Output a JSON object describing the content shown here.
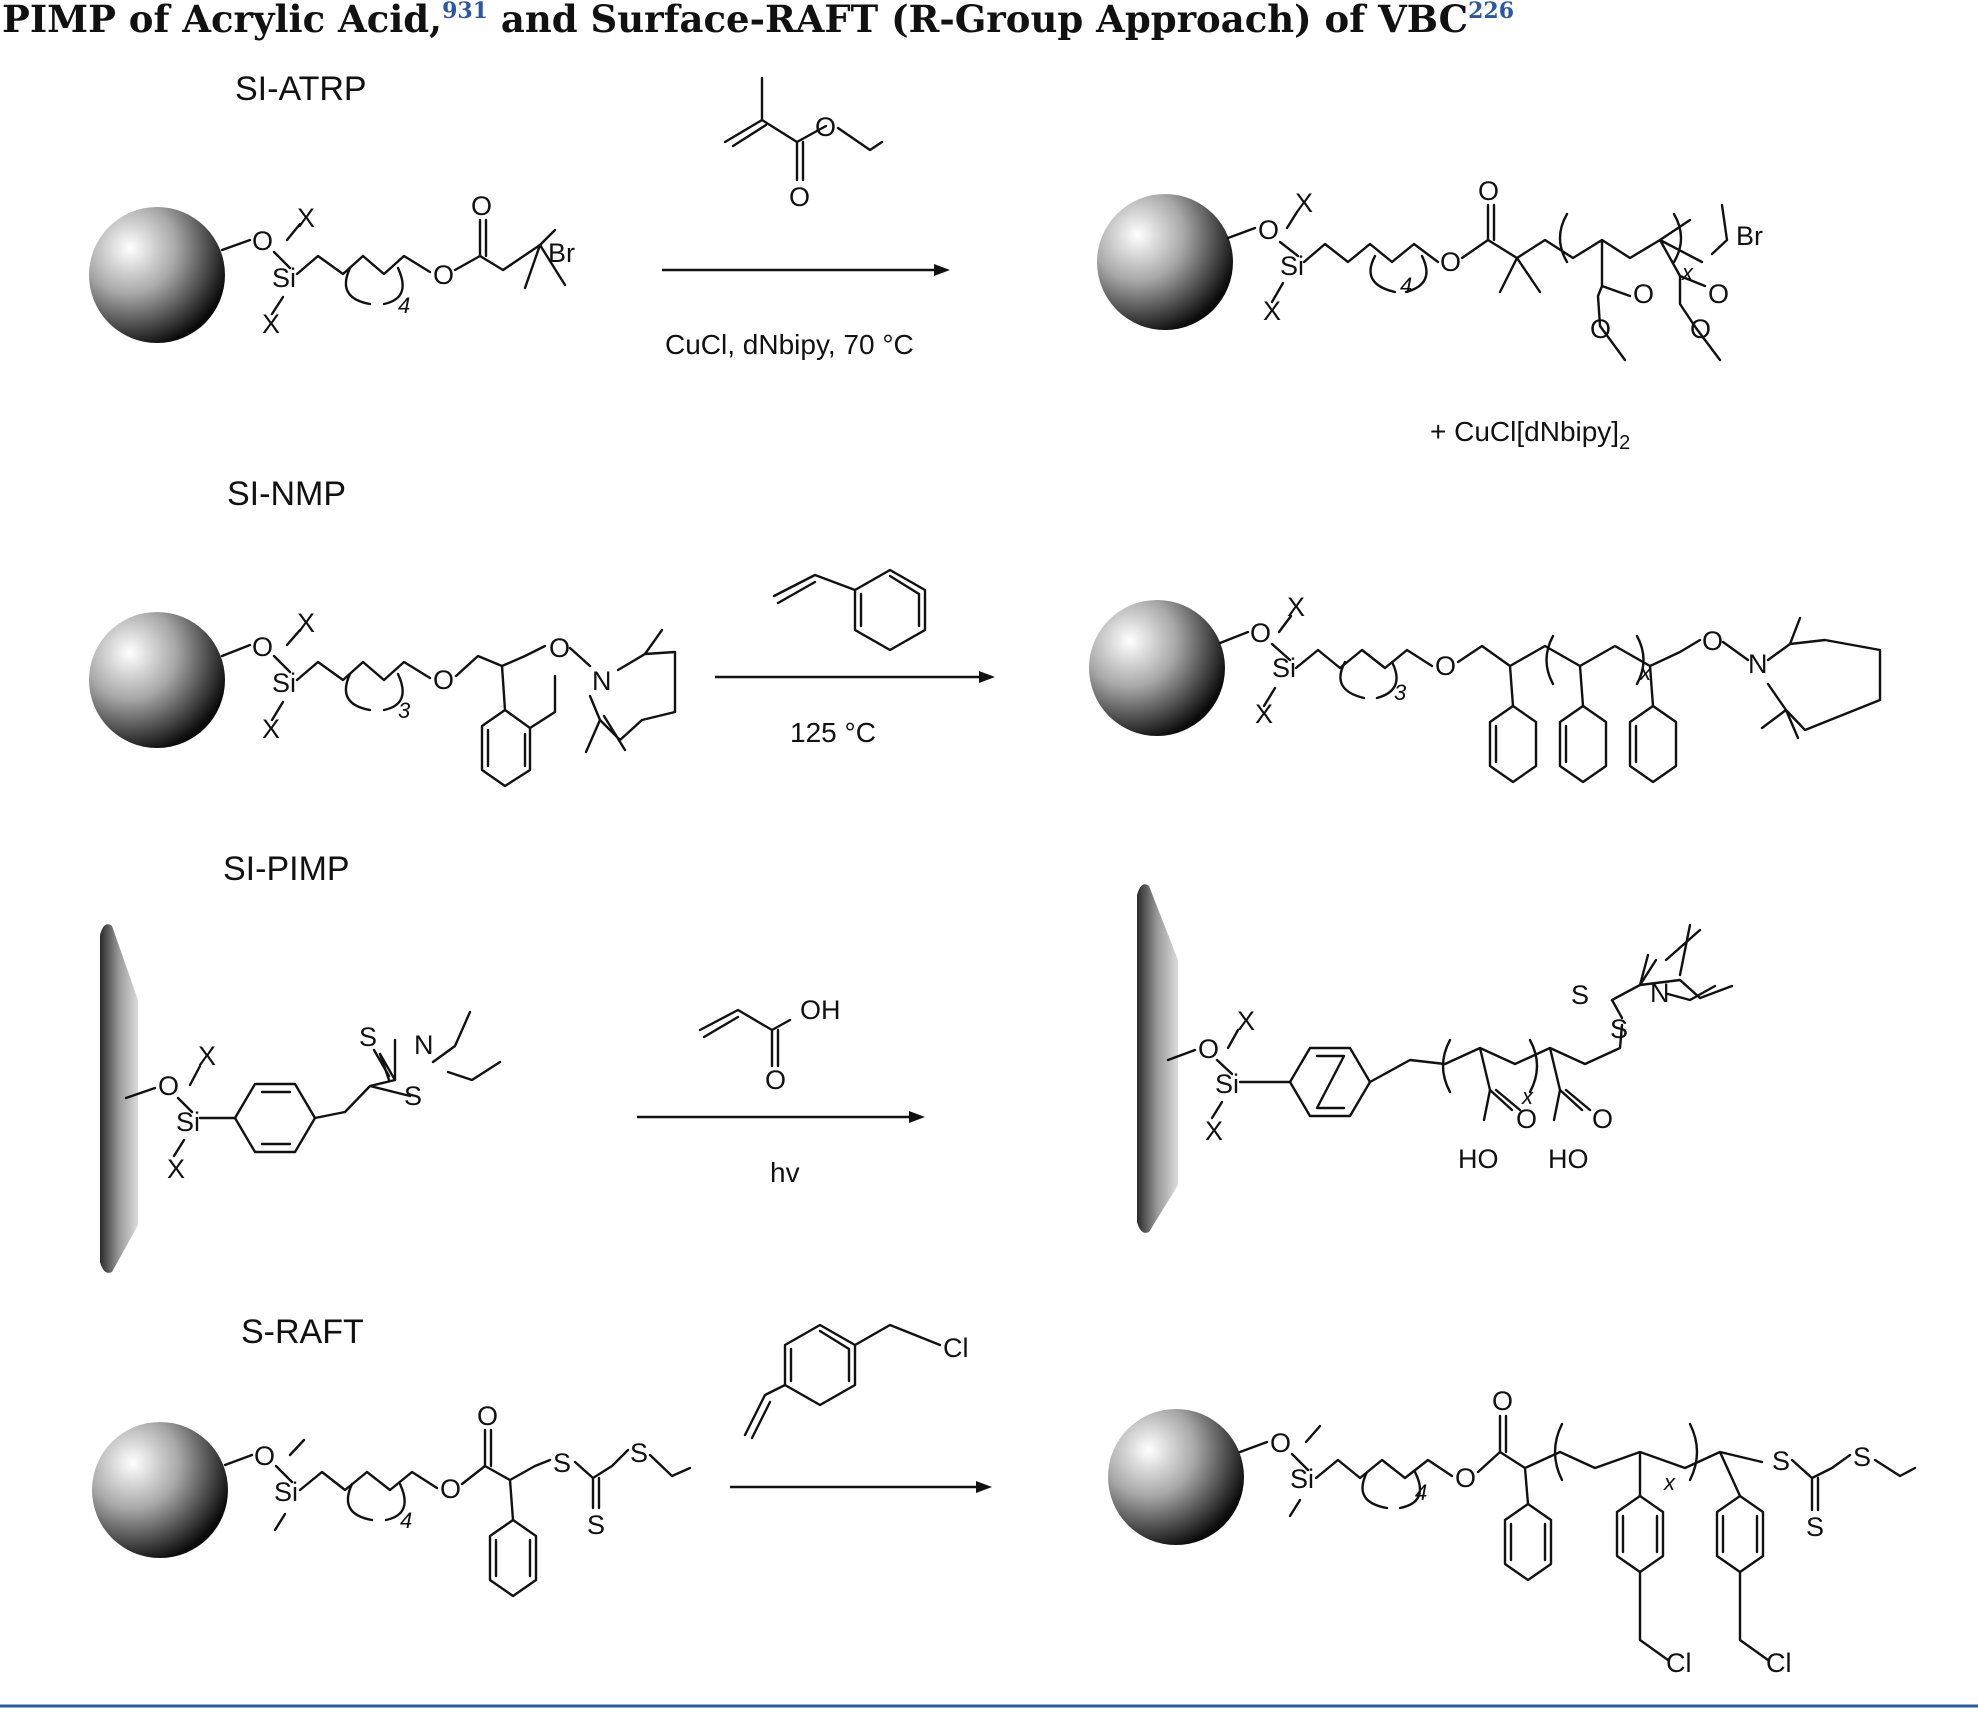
{
  "caption": {
    "part1": "PIMP of Acrylic Acid,",
    "ref1": "931",
    "part2": " and Surface-RAFT (R-Group Approach) of VBC",
    "ref2": "226"
  },
  "sections": [
    {
      "title": "SI-ATRP",
      "condition": "CuCl, dNbipy, 70 °C",
      "byproduct": "+ CuCl[dNbipy]",
      "byproduct_sub": "2"
    },
    {
      "title": "SI-NMP",
      "condition": "125 °C"
    },
    {
      "title": "SI-PIMP",
      "condition": "hv"
    },
    {
      "title": "S-RAFT",
      "condition": ""
    }
  ],
  "atoms": {
    "O": "O",
    "Si": "Si",
    "X": "X",
    "Br": "Br",
    "N": "N",
    "S": "S",
    "OH": "OH",
    "HO": "HO",
    "Cl": "Cl"
  },
  "repeat": {
    "n4": "4",
    "n3": "3",
    "x": "x"
  }
}
